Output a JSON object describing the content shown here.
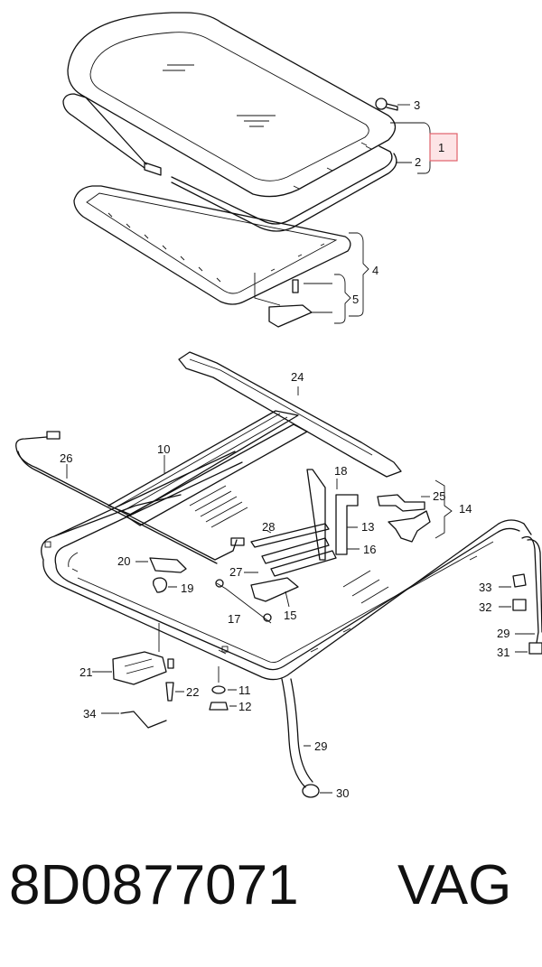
{
  "diagram": {
    "callouts": {
      "c1": "1",
      "c2": "2",
      "c3": "3",
      "c4": "4",
      "c5": "5",
      "c10": "10",
      "c11": "11",
      "c12": "12",
      "c13": "13",
      "c14": "14",
      "c15": "15",
      "c16": "16",
      "c17": "17",
      "c18": "18",
      "c19": "19",
      "c20": "20",
      "c21": "21",
      "c22": "22",
      "c24": "24",
      "c25": "25",
      "c26": "26",
      "c27": "27",
      "c28": "28",
      "c29a": "29",
      "c29b": "29",
      "c30": "30",
      "c31": "31",
      "c32": "32",
      "c33": "33",
      "c34": "34"
    },
    "highlighted_callout": "1",
    "highlight_color": "#e0626b"
  },
  "footer": {
    "part_number": "8D0877071",
    "brand": "VAG"
  }
}
